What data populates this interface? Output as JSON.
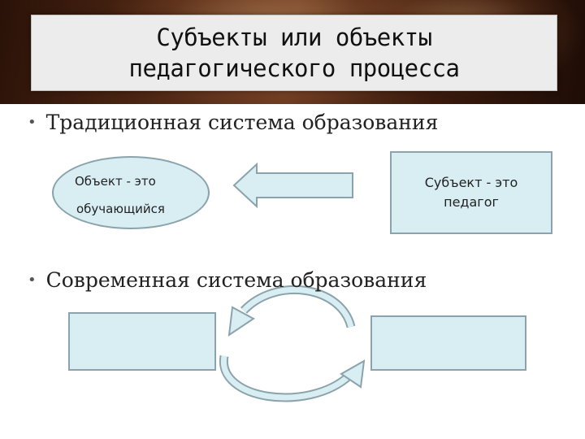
{
  "title": {
    "line1": "Субъекты или объекты",
    "line2": "педагогического процесса"
  },
  "bullets": [
    {
      "text": "Традиционная система образования"
    },
    {
      "text": "Современная система образования"
    }
  ],
  "traditional": {
    "object_line1": "Объект -  это",
    "object_line2": "обучающийся",
    "subject_line1": "Субъект - это",
    "subject_line2": "педагог"
  },
  "colors": {
    "box_fill": "#d9eef3",
    "box_border": "#8aa3ad",
    "arrow_fill": "#d9eef3"
  },
  "icons": [
    "left-arrow-icon",
    "cycle-arrows-icon"
  ]
}
